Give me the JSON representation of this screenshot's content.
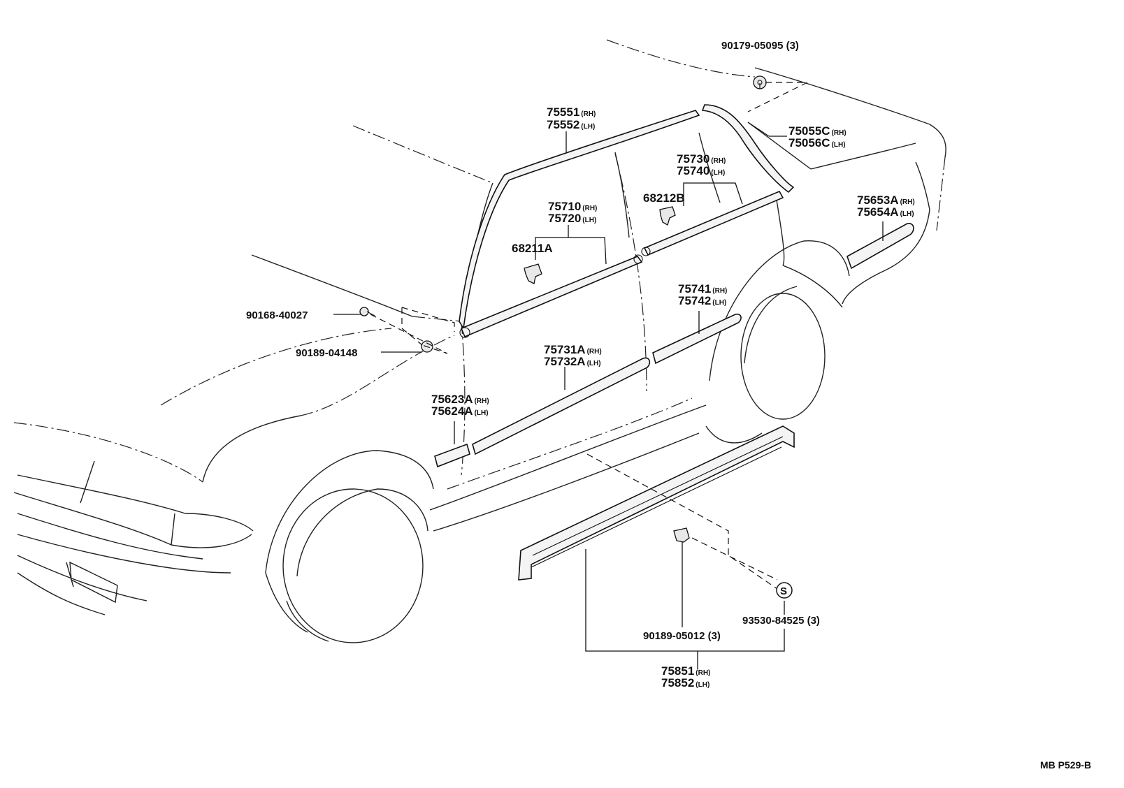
{
  "diagram_code": "MB P529-B",
  "callouts": {
    "c90179": {
      "pn": "90179-05095",
      "qty": "(3)"
    },
    "c75551": {
      "a": "75551",
      "a_side": "(RH)",
      "b": "75552",
      "b_side": "(LH)"
    },
    "c75055": {
      "a": "75055C",
      "a_side": "(RH)",
      "b": "75056C",
      "b_side": "(LH)"
    },
    "c75730": {
      "a": "75730",
      "a_side": "(RH)",
      "b": "75740",
      "b_side": "(LH)"
    },
    "c75710": {
      "a": "75710",
      "a_side": "(RH)",
      "b": "75720",
      "b_side": "(LH)"
    },
    "c68212": {
      "pn": "68212B"
    },
    "c68211": {
      "pn": "68211A"
    },
    "c75653": {
      "a": "75653A",
      "a_side": "(RH)",
      "b": "75654A",
      "b_side": "(LH)"
    },
    "c75741": {
      "a": "75741",
      "a_side": "(RH)",
      "b": "75742",
      "b_side": "(LH)"
    },
    "c90168": {
      "pn": "90168-40027"
    },
    "c90189a": {
      "pn": "90189-04148"
    },
    "c75731": {
      "a": "75731A",
      "a_side": "(RH)",
      "b": "75732A",
      "b_side": "(LH)"
    },
    "c75623": {
      "a": "75623A",
      "a_side": "(RH)",
      "b": "75624A",
      "b_side": "(LH)"
    },
    "c93530": {
      "pn": "93530-84525",
      "qty": "(3)",
      "symbol": "S"
    },
    "c90189b": {
      "pn": "90189-05012",
      "qty": "(3)"
    },
    "c75851": {
      "a": "75851",
      "a_side": "(RH)",
      "b": "75852",
      "b_side": "(LH)"
    }
  }
}
